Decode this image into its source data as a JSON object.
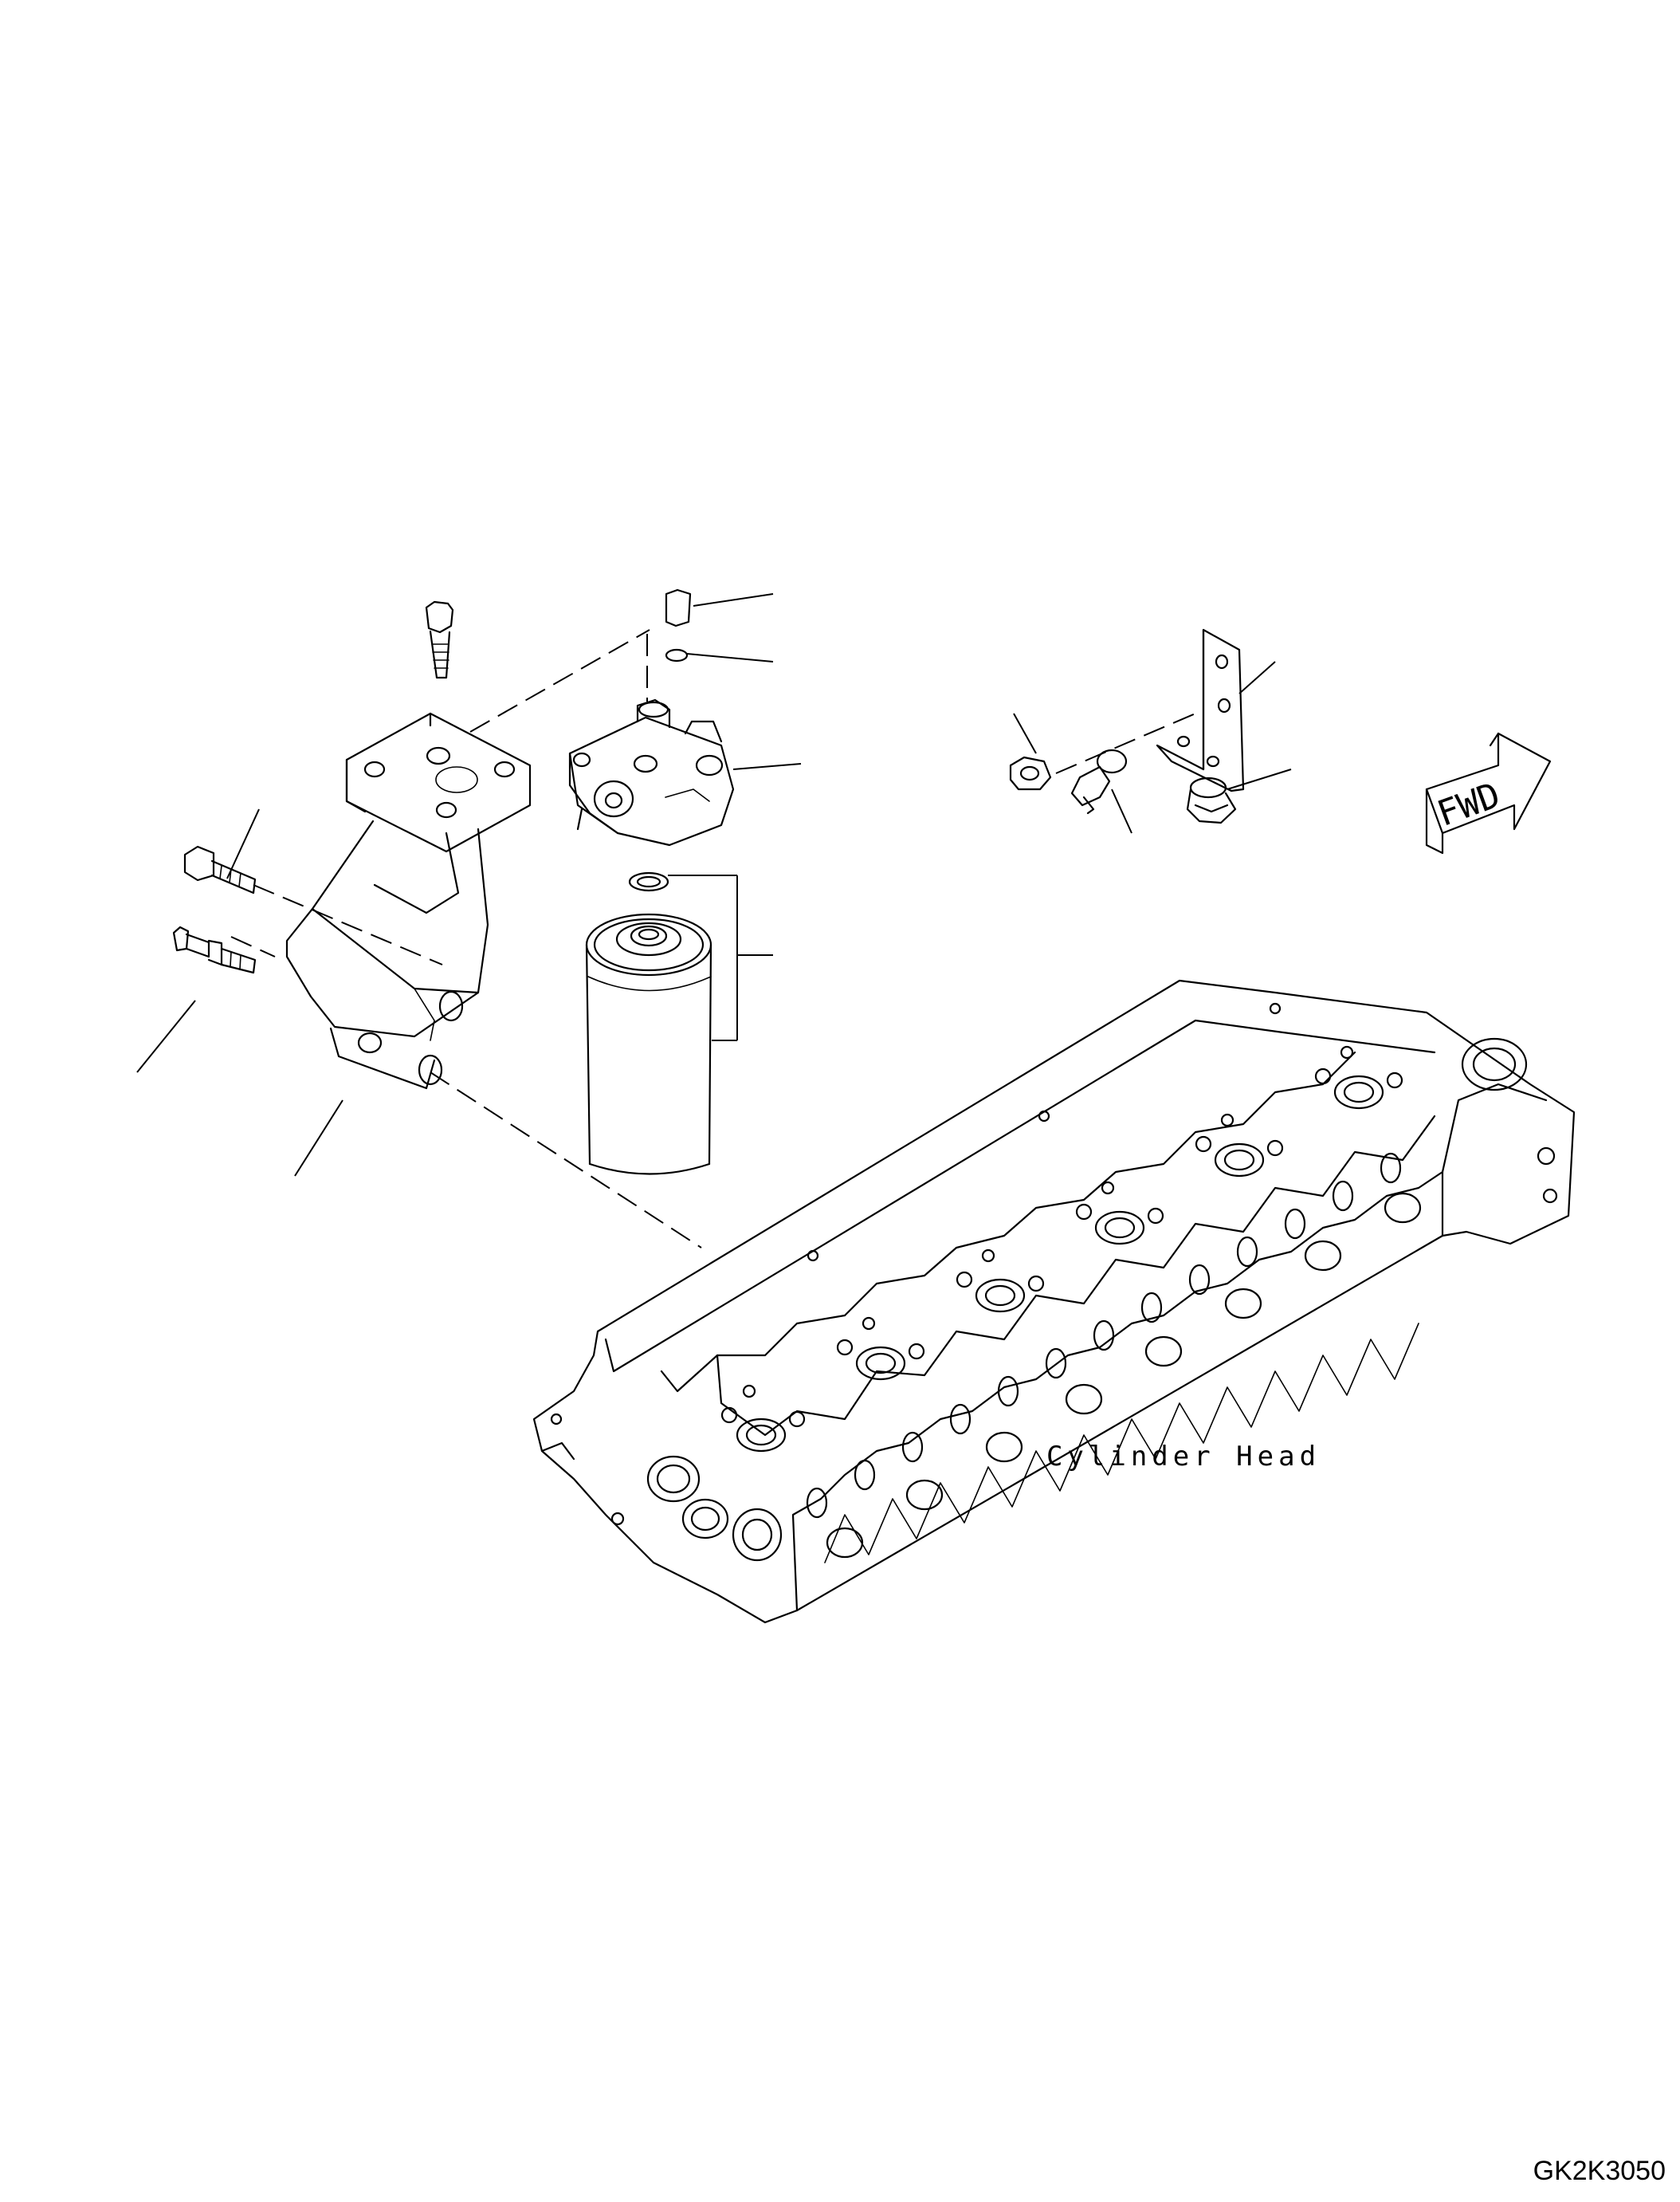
{
  "labels": {
    "cylinder_head": "Cylinder Head",
    "fwd_arrow": "FWD"
  },
  "drawing_code": "GK2K3050"
}
